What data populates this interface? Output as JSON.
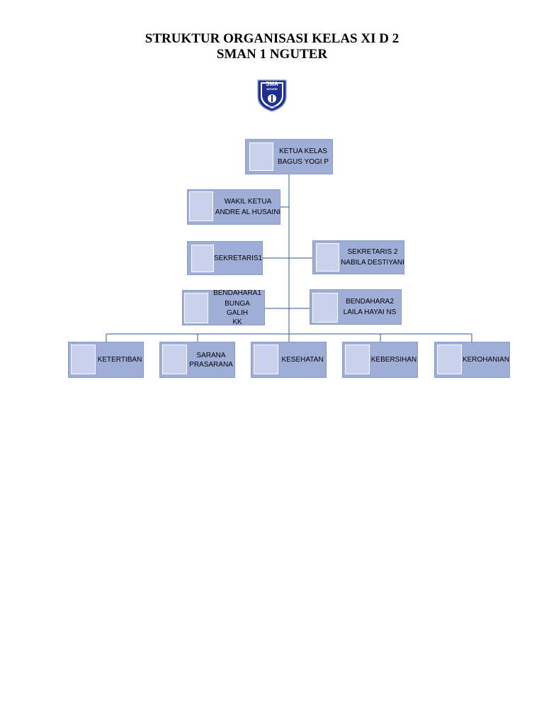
{
  "header": {
    "title_line1": "STRUKTUR ORGANISASI KELAS XI D 2",
    "title_line2": "SMAN 1 NGUTER"
  },
  "logo": {
    "icon": "school-shield-logo-icon",
    "text_top": "SMA",
    "text_mid": "NEGERI",
    "text_bottom": "NGUTER"
  },
  "colors": {
    "box_fill": "#9faed6",
    "photo_fill": "#c9d1ec",
    "line": "#2f5597",
    "logo_blue": "#1f2f8f"
  },
  "org": {
    "ketua": {
      "role": "KETUA KELAS",
      "name": "BAGUS YOGI P"
    },
    "wakil": {
      "role": "WAKIL KETUA",
      "name": "ANDRE AL HUSAINI"
    },
    "sekretaris1": {
      "role": "SEKRETARIS1",
      "name": ""
    },
    "sekretaris2": {
      "role": "SEKRETARIS 2",
      "name": "NABILA DESTIYANI"
    },
    "bendahara1": {
      "role": "BENDAHARA1",
      "name": "BUNGA GALIH KK"
    },
    "bendahara2": {
      "role": "BENDAHARA2",
      "name": "LAILA HAYAI NS"
    },
    "seksi": [
      {
        "role": "KETERTIBAN"
      },
      {
        "role": "SARANA PRASARANA"
      },
      {
        "role": "KESEHATAN"
      },
      {
        "role": "KEBERSIHAN"
      },
      {
        "role": "KEROHANIAN"
      }
    ]
  }
}
